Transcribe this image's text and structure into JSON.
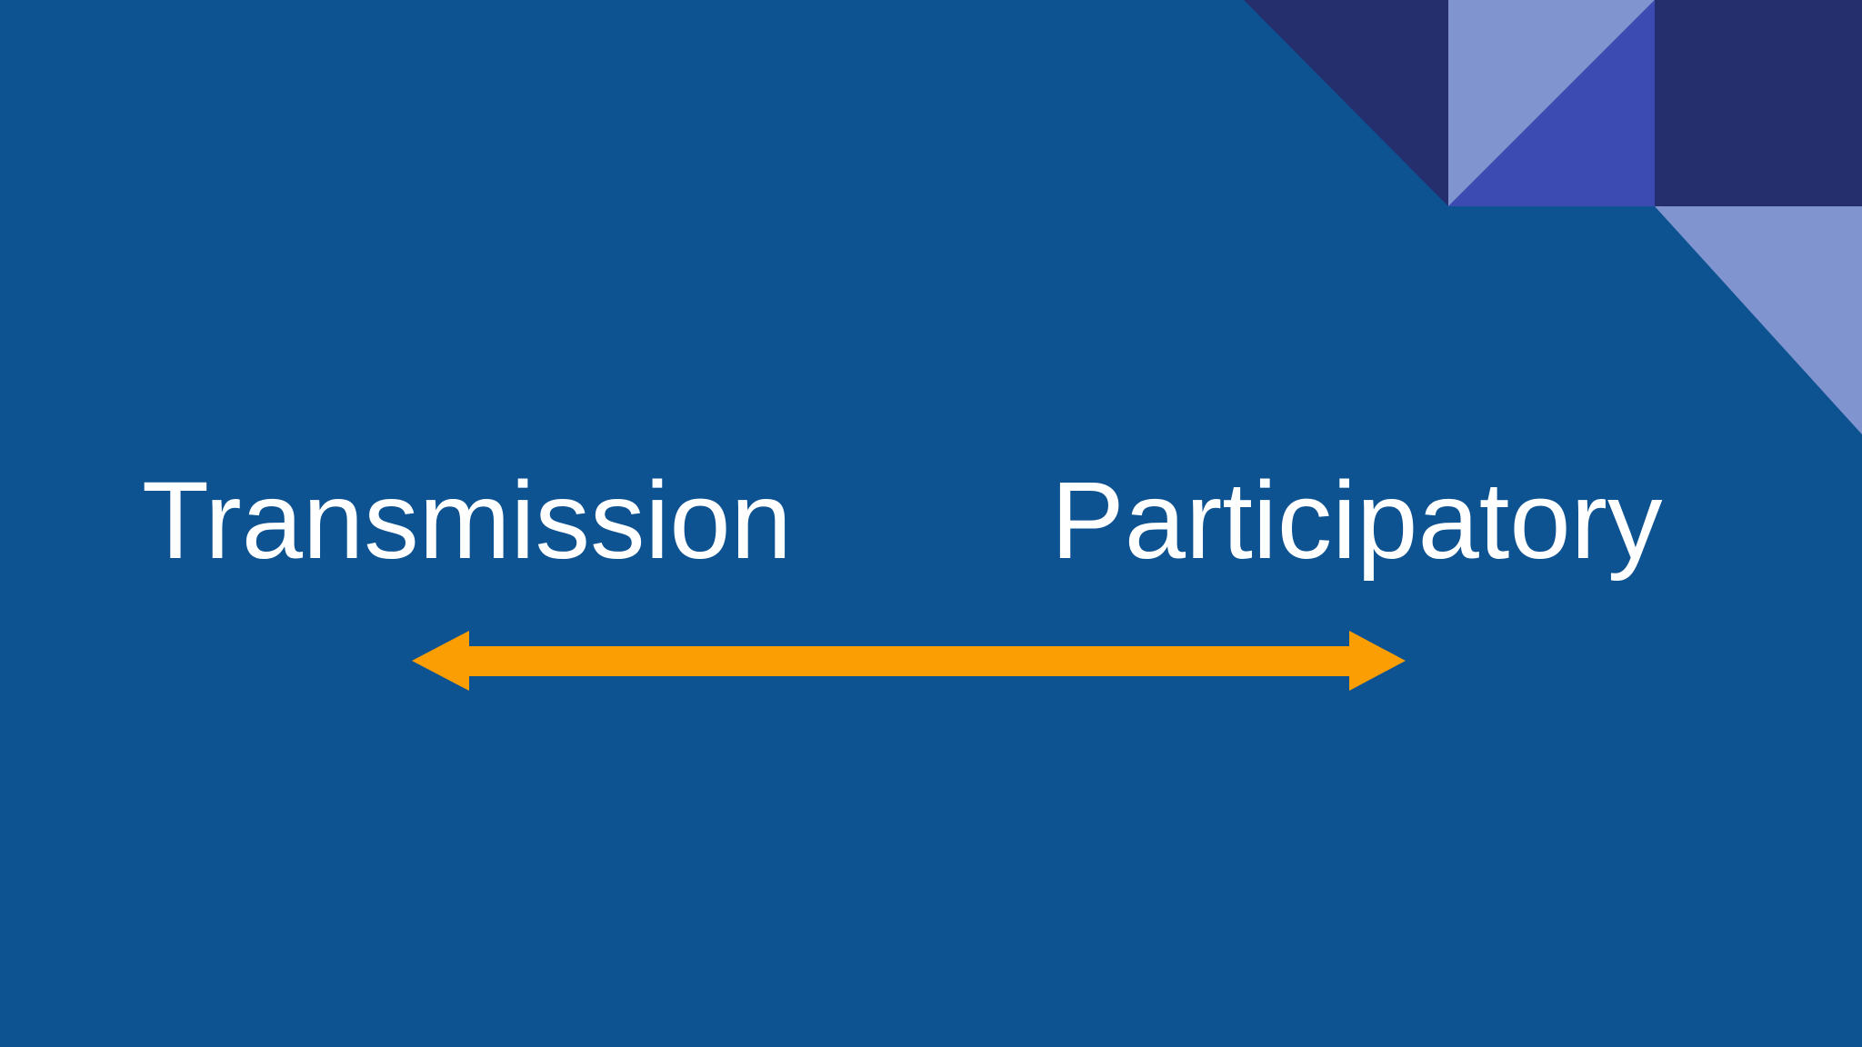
{
  "slide": {
    "left_concept": "Transmission",
    "right_concept": "Participatory",
    "relationship": "continuum"
  },
  "arrow": {
    "type": "double-headed-horizontal",
    "color": "#fb9e04"
  },
  "colors": {
    "background": "#0d5291",
    "text": "#ffffff",
    "accent_orange": "#fb9e04",
    "deco_navy": "#252f6e",
    "deco_periwinkle": "#8094cf",
    "deco_medium_blue": "#3b4bb1"
  }
}
